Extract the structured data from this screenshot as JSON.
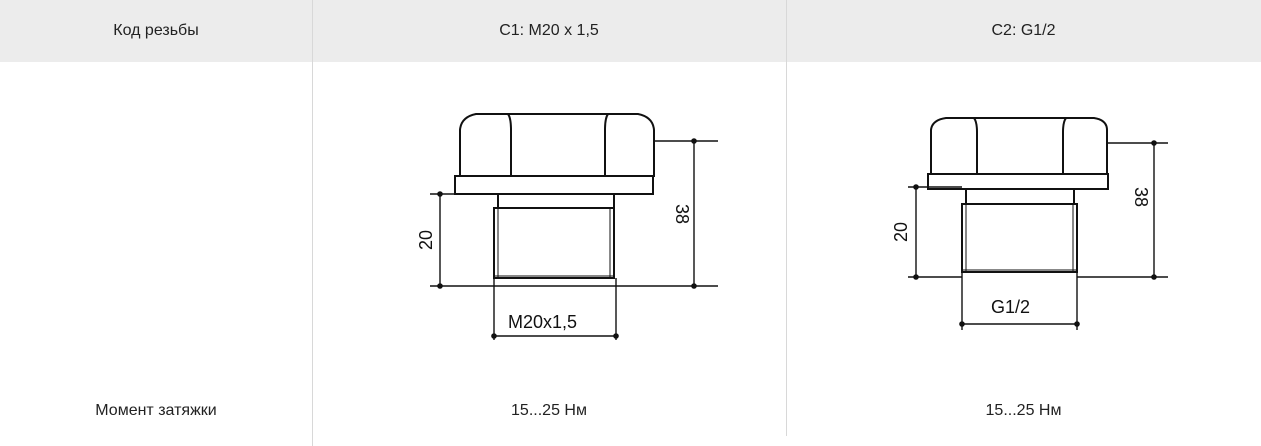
{
  "table": {
    "header": {
      "label": "Код резьбы",
      "col1": "C1: M20 x 1,5",
      "col2": "C2: G1/2"
    },
    "c1_drawing": {
      "dim_thread": "M20x1,5",
      "dim_height": "38",
      "dim_thread_len": "20"
    },
    "c2_drawing": {
      "dim_thread": "G1/2",
      "dim_height": "38",
      "dim_thread_len": "20"
    },
    "torque_row": {
      "label": "Момент затяжки",
      "col1": "15...25  Нм",
      "col2": "15...25  Нм"
    }
  }
}
